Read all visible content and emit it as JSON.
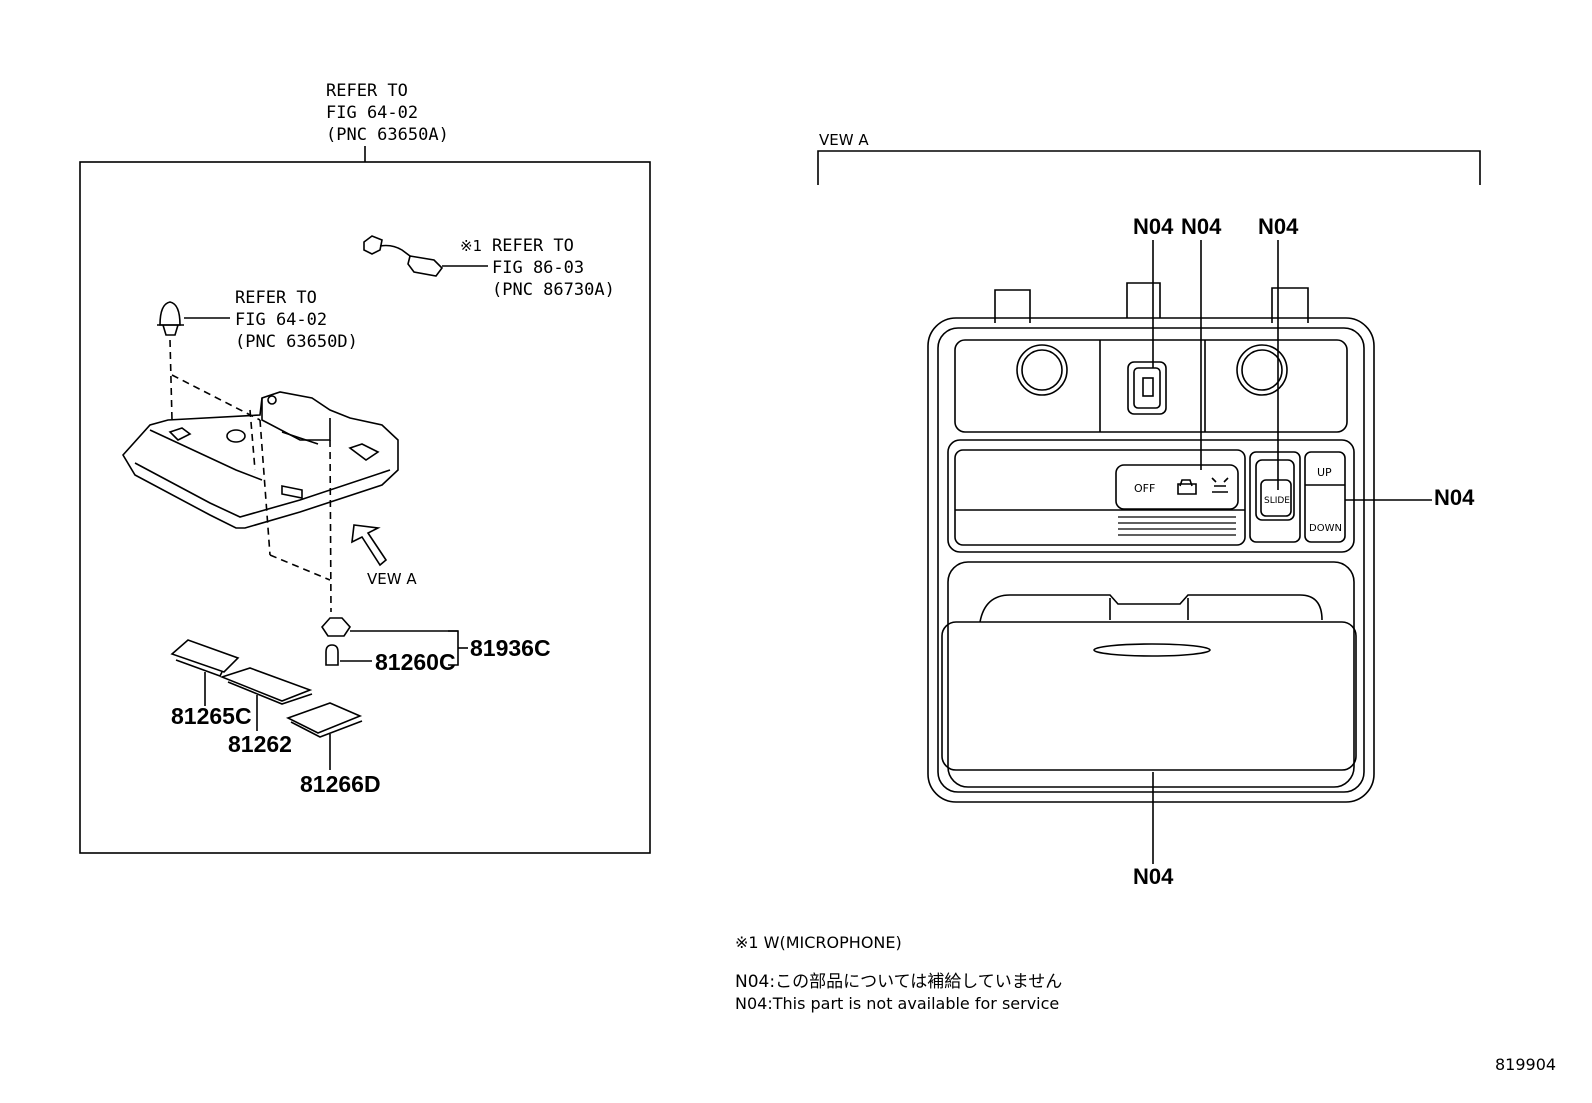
{
  "left_panel": {
    "refer_top": [
      "REFER TO",
      "FIG 64-02",
      "(PNC 63650A)"
    ],
    "refer_mic_mark": "※1",
    "refer_mic": [
      "REFER TO",
      "FIG 86-03",
      "(PNC 86730A)"
    ],
    "refer_clip": [
      "REFER TO",
      "FIG 64-02",
      "(PNC 63650D)"
    ],
    "view_arrow_label": "VEW A",
    "parts": {
      "p81936C": "81936C",
      "p81260C": "81260C",
      "p81265C": "81265C",
      "p81262": "81262",
      "p81266D": "81266D"
    }
  },
  "right_panel": {
    "view_title": "VEW A",
    "callouts": [
      "N04",
      "N04",
      "N04",
      "N04",
      "N04"
    ],
    "switch_labels": {
      "off": "OFF",
      "slide": "SLIDE",
      "up": "UP",
      "down": "DOWN"
    }
  },
  "notes": {
    "footnote": "※1  W(MICROPHONE)",
    "n04_jp": "N04:この部品については補給していません",
    "n04_en": "N04:This part is not available for service"
  },
  "diagram_code": "819904"
}
